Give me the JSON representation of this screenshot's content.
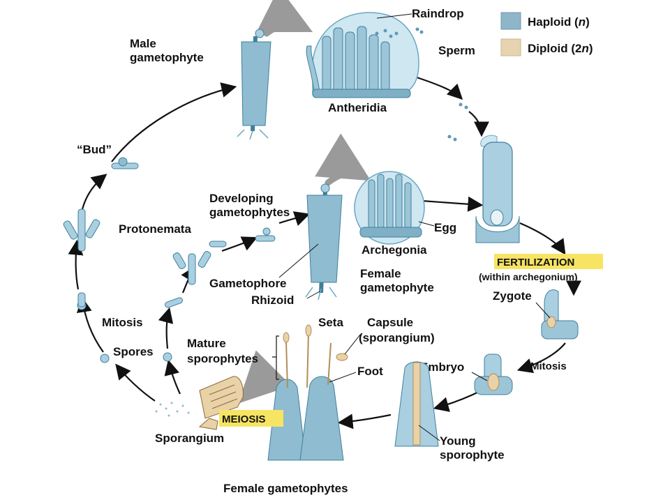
{
  "legend": {
    "haploid": {
      "label": "Haploid (",
      "symbol": "n",
      "close": ")",
      "color": "#8fb5c8"
    },
    "diploid": {
      "label": "Diploid (2",
      "symbol": "n",
      "close": ")",
      "color": "#e8d3b0"
    }
  },
  "labels": {
    "raindrop": "Raindrop",
    "sperm": "Sperm",
    "male_gametophyte": [
      "Male",
      "gametophyte"
    ],
    "antheridia": "Antheridia",
    "bud": "“Bud”",
    "developing_gametophytes": [
      "Developing",
      "gametophytes"
    ],
    "protonemata": "Protonemata",
    "egg": "Egg",
    "archegonia": "Archegonia",
    "fertilization": "FERTILIZATION",
    "within_archegonium": "(within archegonium)",
    "female_gametophyte": [
      "Female",
      "gametophyte"
    ],
    "gametophore": "Gametophore",
    "rhizoid": "Rhizoid",
    "zygote": "Zygote",
    "mitosis_left": "Mitosis",
    "spores": "Spores",
    "seta": "Seta",
    "capsule": [
      "Capsule",
      "(sporangium)"
    ],
    "mature_sporophytes": [
      "Mature",
      "sporophytes"
    ],
    "foot": "Foot",
    "embryo": "Embryo",
    "mitosis_right": "Mitosis",
    "meiosis": "MEIOSIS",
    "sporangium": "Sporangium",
    "young_sporophyte": [
      "Young",
      "sporophyte"
    ],
    "female_gametophytes": "Female gametophytes"
  },
  "colors": {
    "haploid_fill": "#a9cfe0",
    "haploid_stroke": "#3f7f9c",
    "diploid_fill": "#e9d2a8",
    "highlight": "#f7e463",
    "arrow": "#111111",
    "grey_arrow": "#9a9a9a"
  }
}
